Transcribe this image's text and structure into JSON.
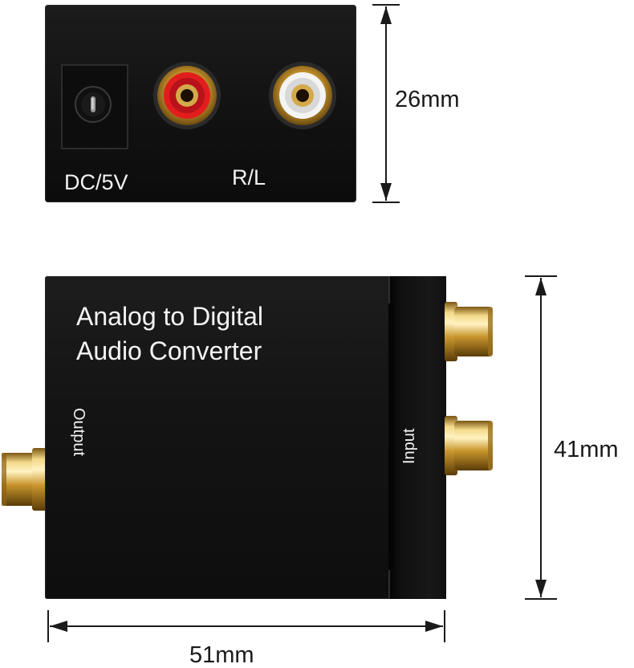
{
  "top_view": {
    "power_label": "DC/5V",
    "rl_label": "R/L"
  },
  "side_view": {
    "title_line1": "Analog to Digital",
    "title_line2": "Audio Converter",
    "output_label": "Output",
    "input_label": "Input"
  },
  "dimensions": {
    "height_top": "26mm",
    "height_side": "41mm",
    "width": "51mm"
  },
  "colors": {
    "body": "#121212",
    "gold": "#c9962e",
    "red_jack": "#e21d1d",
    "white_jack": "#f0f0f0",
    "dimension_line": "#1a1a1a"
  }
}
